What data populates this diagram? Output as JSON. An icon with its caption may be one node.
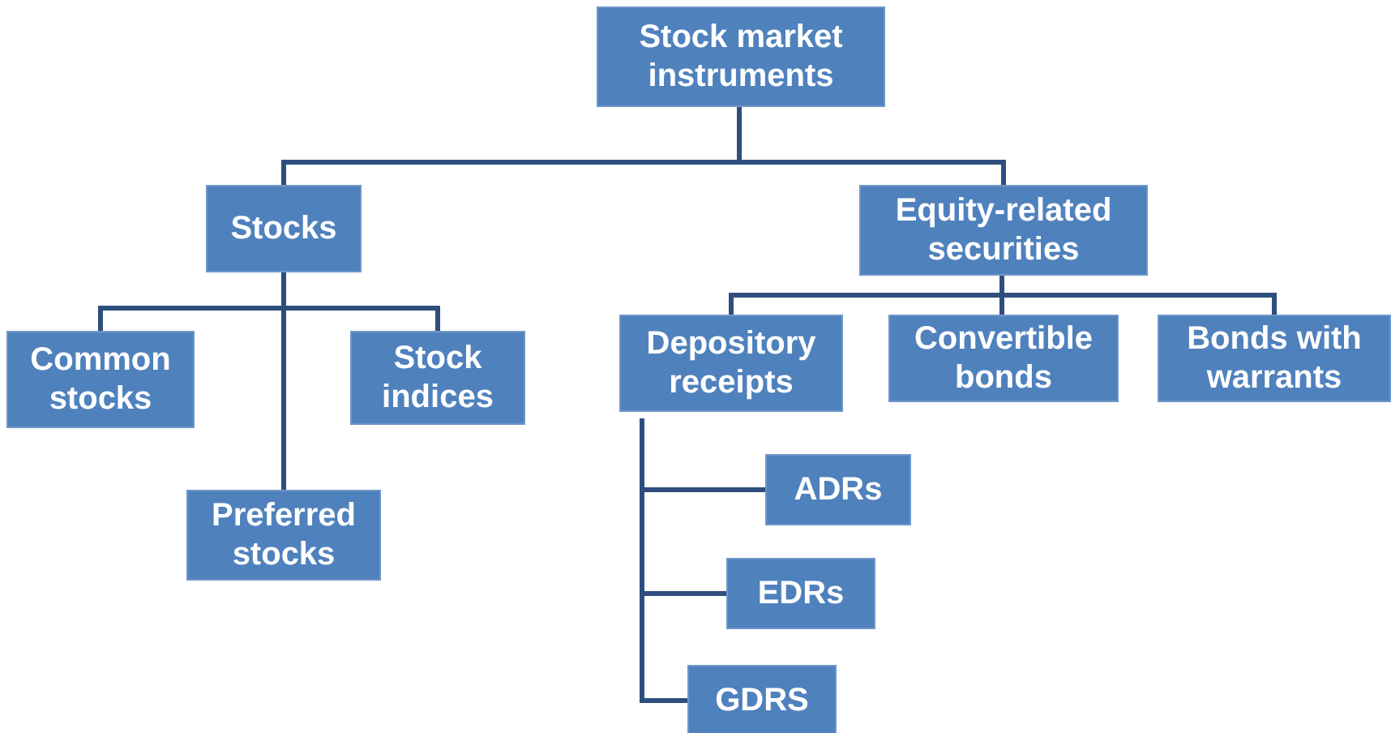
{
  "diagram": {
    "nodes": [
      {
        "text": [
          "Stock market instruments"
        ]
      },
      {
        "text": [
          "Stocks"
        ]
      },
      {
        "text": [
          "Equity-related securities"
        ]
      },
      {
        "text": [
          "Common stocks"
        ]
      },
      {
        "text": [
          "Preferred stocks"
        ]
      },
      {
        "text": [
          "Stock indices"
        ]
      },
      {
        "text": [
          "Depository receipts"
        ]
      },
      {
        "text": [
          "Convertible bonds"
        ]
      },
      {
        "text": [
          "Bonds with warrants"
        ]
      },
      {
        "text": [
          "ADRs"
        ]
      },
      {
        "text": [
          "EDRs"
        ]
      },
      {
        "text": [
          "GDRS"
        ]
      }
    ],
    "edges": [
      {
        "from": 0,
        "to": 1,
        "arrow": "none"
      },
      {
        "from": 0,
        "to": 2,
        "arrow": "none"
      },
      {
        "from": 1,
        "to": 3,
        "arrow": "none"
      },
      {
        "from": 1,
        "to": 4,
        "arrow": "none"
      },
      {
        "from": 1,
        "to": 5,
        "arrow": "none"
      },
      {
        "from": 2,
        "to": 6,
        "arrow": "none"
      },
      {
        "from": 2,
        "to": 7,
        "arrow": "none"
      },
      {
        "from": 2,
        "to": 8,
        "arrow": "none"
      },
      {
        "from": 6,
        "to": 9,
        "arrow": "none"
      },
      {
        "from": 6,
        "to": 10,
        "arrow": "none"
      },
      {
        "from": 6,
        "to": 11,
        "arrow": "none"
      }
    ]
  }
}
